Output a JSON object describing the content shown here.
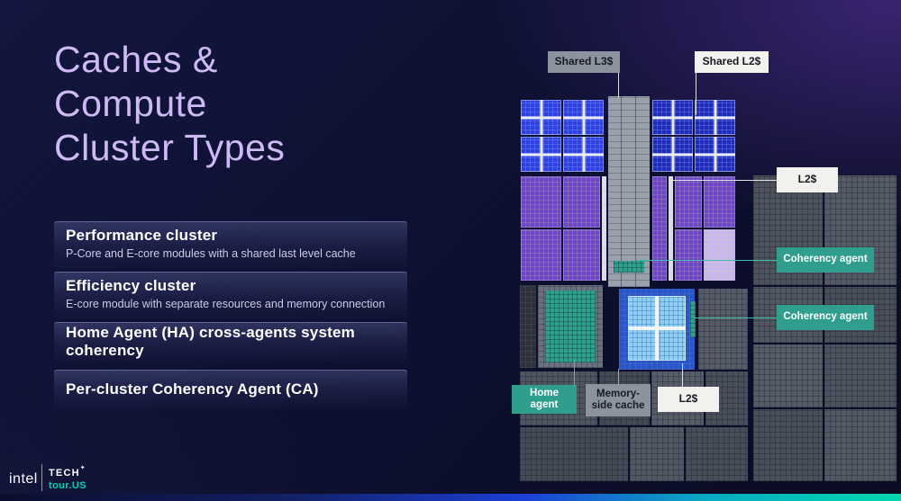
{
  "title": {
    "lines": [
      "Caches &",
      "Compute",
      "Cluster Types"
    ]
  },
  "list": {
    "items": [
      {
        "heading": "Performance cluster",
        "desc": "P-Core and E-core modules with a shared last level cache"
      },
      {
        "heading": "Efficiency cluster",
        "desc": "E-core module with separate resources and memory connection"
      },
      {
        "heading": "Home Agent (HA) cross-agents system coherency"
      },
      {
        "heading": "Per-cluster Coherency Agent (CA)"
      }
    ]
  },
  "diagram": {
    "callouts": {
      "shared_l3": "Shared L3$",
      "shared_l2": "Shared L2$",
      "l2_right": "L2$",
      "coherency_agent_top": "Coherency agent",
      "coherency_agent_bottom": "Coherency agent",
      "home_agent": "Home agent",
      "memory_side_cache": "Memory-side cache",
      "l2_bottom": "L2$"
    },
    "colors": {
      "teal_label": "#2f9e8d",
      "gray_label": "#8d939d",
      "white_label": "#f2f1ee",
      "core_blue": "#2e41e0",
      "core_blue_dark": "#1f2cba",
      "core_purple": "#6a46c8",
      "ecore_cyan": "#8fd0f2",
      "agent_teal": "#2f9f8e",
      "title_lavender": "#cdbaf4"
    }
  },
  "footer": {
    "intel": "intel",
    "brand_top": "TECH",
    "star": "✦",
    "brand_bottom": "tour.US"
  }
}
